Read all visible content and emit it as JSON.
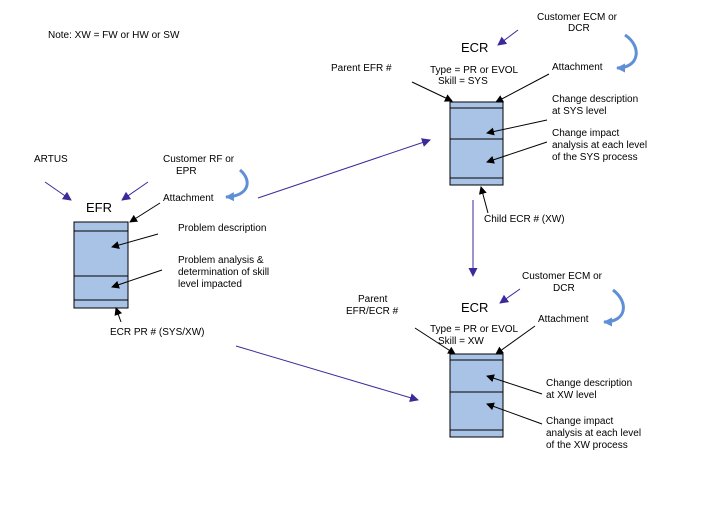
{
  "note": "Note: XW = FW or HW or SW",
  "efr": {
    "source_left": "ARTUS",
    "source_right": [
      "Customer RF or",
      "EPR"
    ],
    "title": "EFR",
    "attachment": "Attachment",
    "problem_description": "Problem description",
    "problem_analysis": [
      "Problem analysis &",
      "determination of skill",
      "level impacted"
    ],
    "ecr_pr": "ECR PR # (SYS/XW)"
  },
  "ecr_sys": {
    "source": [
      "Customer ECM or",
      "DCR"
    ],
    "title": "ECR",
    "parent": "Parent EFR #",
    "type_skill": [
      "Type = PR or EVOL",
      "Skill = SYS"
    ],
    "attachment": "Attachment",
    "change_description": [
      "Change description",
      "at SYS level"
    ],
    "change_impact": [
      "Change impact",
      "analysis at each level",
      "of the SYS process"
    ],
    "child": "Child ECR # (XW)"
  },
  "ecr_xw": {
    "source": [
      "Customer ECM or",
      "DCR"
    ],
    "title": "ECR",
    "parent": [
      "Parent",
      "EFR/ECR #"
    ],
    "type_skill": [
      "Type = PR or EVOL",
      "Skill = XW"
    ],
    "attachment": "Attachment",
    "change_description": [
      "Change description",
      "at XW level"
    ],
    "change_impact": [
      "Change impact",
      "analysis at each level",
      "of the XW process"
    ]
  },
  "colors": {
    "arrow": "#3a2a9a",
    "line": "#000000",
    "box_fill": "#a9c3e6",
    "curl": "#5f8fd6"
  }
}
